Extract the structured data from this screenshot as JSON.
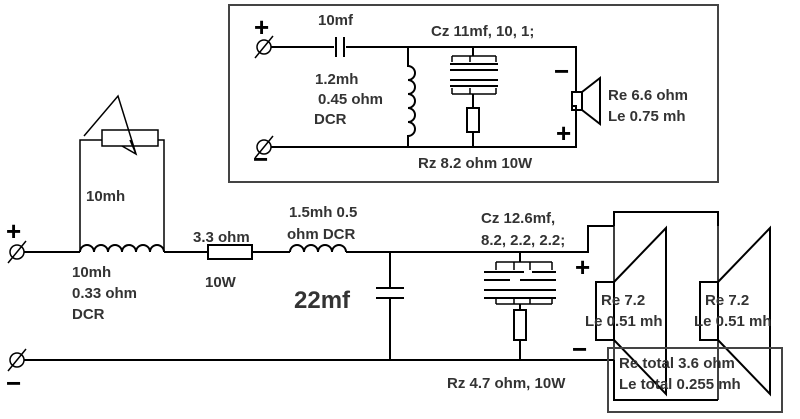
{
  "labels": {
    "tweeter_cap": "10mf",
    "tweeter_coil_1": "1.2mh",
    "tweeter_coil_2": "0.45 ohm",
    "tweeter_coil_3": "DCR",
    "tweeter_cz": "Cz 11mf, 10, 1;",
    "tweeter_re": "Re 6.6 ohm",
    "tweeter_le": "Le 0.75 mh",
    "tweeter_rz": "Rz 8.2 ohm 10W",
    "pot_coil": "10mh",
    "series_coil_1": "10mh",
    "series_coil_2": "0.33 ohm",
    "series_coil_3": "DCR",
    "res_1": "3.3 ohm",
    "res_2": "10W",
    "coil2_1": "1.5mh 0.5",
    "coil2_2": "ohm DCR",
    "shunt_cap": "22mf",
    "woofer_cz_1": "Cz 12.6mf,",
    "woofer_cz_2": "8.2, 2.2, 2.2;",
    "woofer_rz": "Rz 4.7 ohm, 10W",
    "woofer1_re": "Re 7.2",
    "woofer1_le": "Le 0.51 mh",
    "woofer2_re": "Re 7.2",
    "woofer2_le": "Le 0.51 mh",
    "total_re": "Re total 3.6 ohm",
    "total_le": "Le total 0.255 mh"
  },
  "symbols": {
    "plus": "+",
    "minus": "−"
  }
}
